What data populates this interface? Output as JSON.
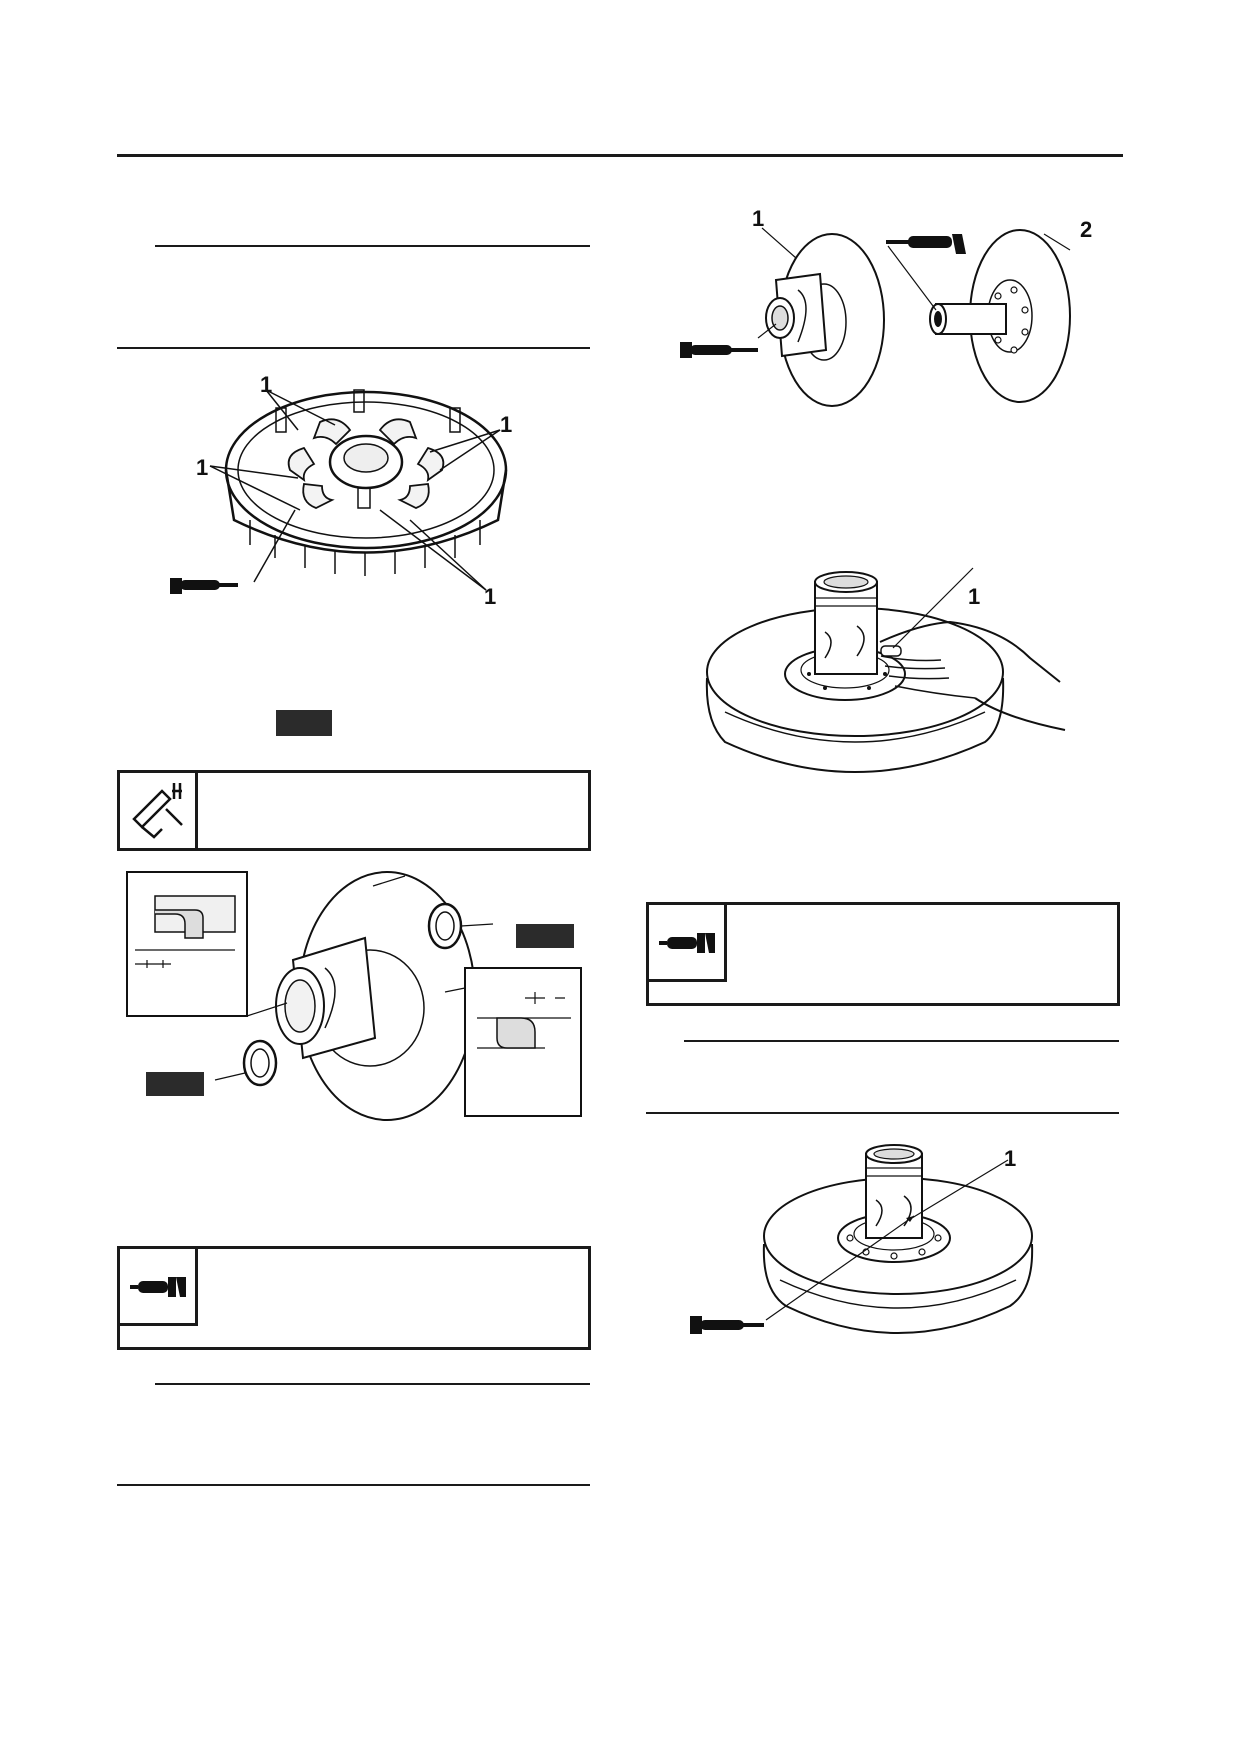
{
  "callouts": {
    "fig1_top": "1",
    "fig1_right": "1",
    "fig1_left": "1",
    "fig1_bottom": "1",
    "fig_right1_1": "1",
    "fig_right1_2": "2",
    "fig_right2_1": "1",
    "fig_right3_1": "1"
  },
  "icons": {
    "lubricant": "grease-gun-icon",
    "measure": "caliper-icon"
  }
}
